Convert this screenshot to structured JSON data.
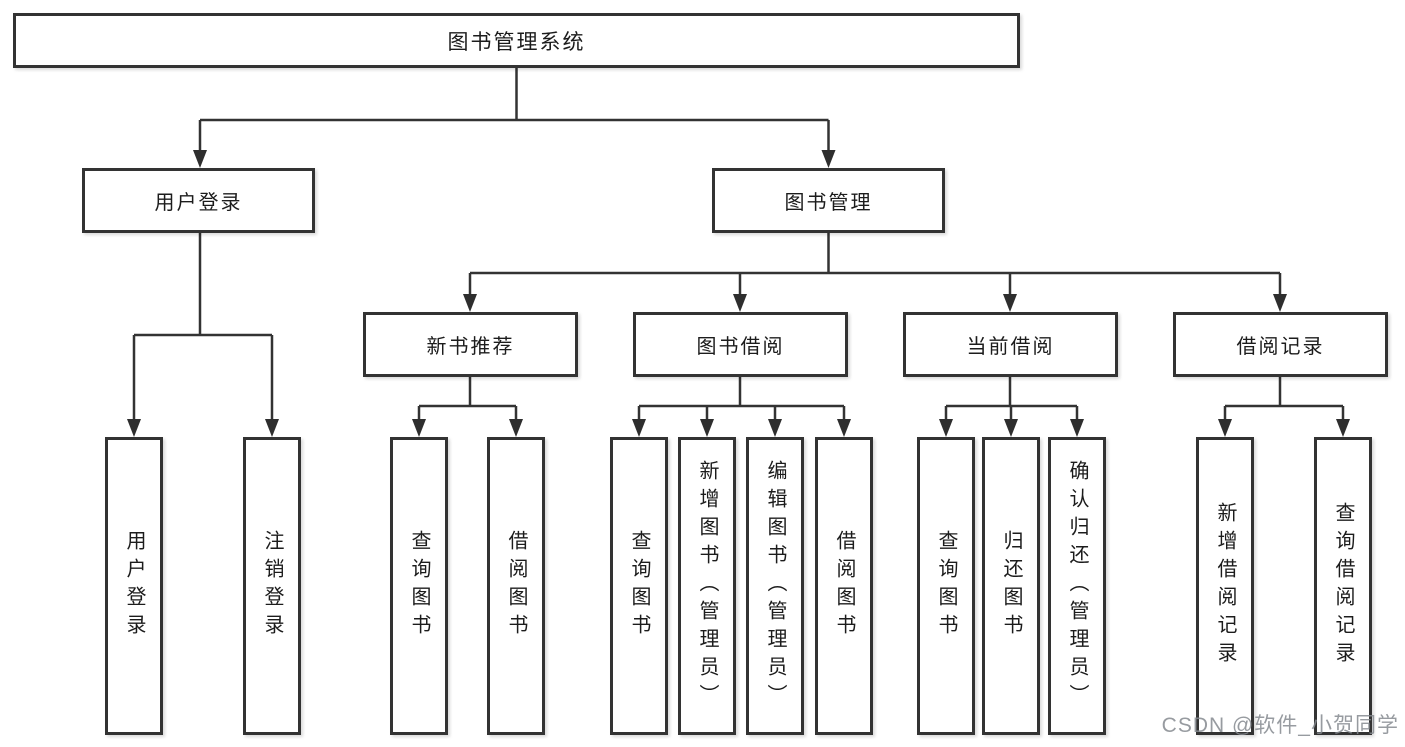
{
  "diagram": {
    "root": {
      "label": "图书管理系统"
    },
    "branches": [
      {
        "label": "用户登录",
        "children": [
          {
            "label": "用户登录"
          },
          {
            "label": "注销登录"
          }
        ]
      },
      {
        "label": "图书管理",
        "children": [
          {
            "label": "新书推荐",
            "children": [
              {
                "label": "查询图书"
              },
              {
                "label": "借阅图书"
              }
            ]
          },
          {
            "label": "图书借阅",
            "children": [
              {
                "label": "查询图书"
              },
              {
                "label": "新增图书（管理员）"
              },
              {
                "label": "编辑图书（管理员）"
              },
              {
                "label": "借阅图书"
              }
            ]
          },
          {
            "label": "当前借阅",
            "children": [
              {
                "label": "查询图书"
              },
              {
                "label": "归还图书"
              },
              {
                "label": "确认归还（管理员）"
              }
            ]
          },
          {
            "label": "借阅记录",
            "children": [
              {
                "label": "新增借阅记录"
              },
              {
                "label": "查询借阅记录"
              }
            ]
          }
        ]
      }
    ],
    "colors": {
      "border": "#333333",
      "line": "#333333",
      "text": "#1c1c1c",
      "background": "#ffffff",
      "watermark": "#858a8f"
    }
  },
  "watermark": {
    "text": "CSDN @软件_小贺同学"
  }
}
